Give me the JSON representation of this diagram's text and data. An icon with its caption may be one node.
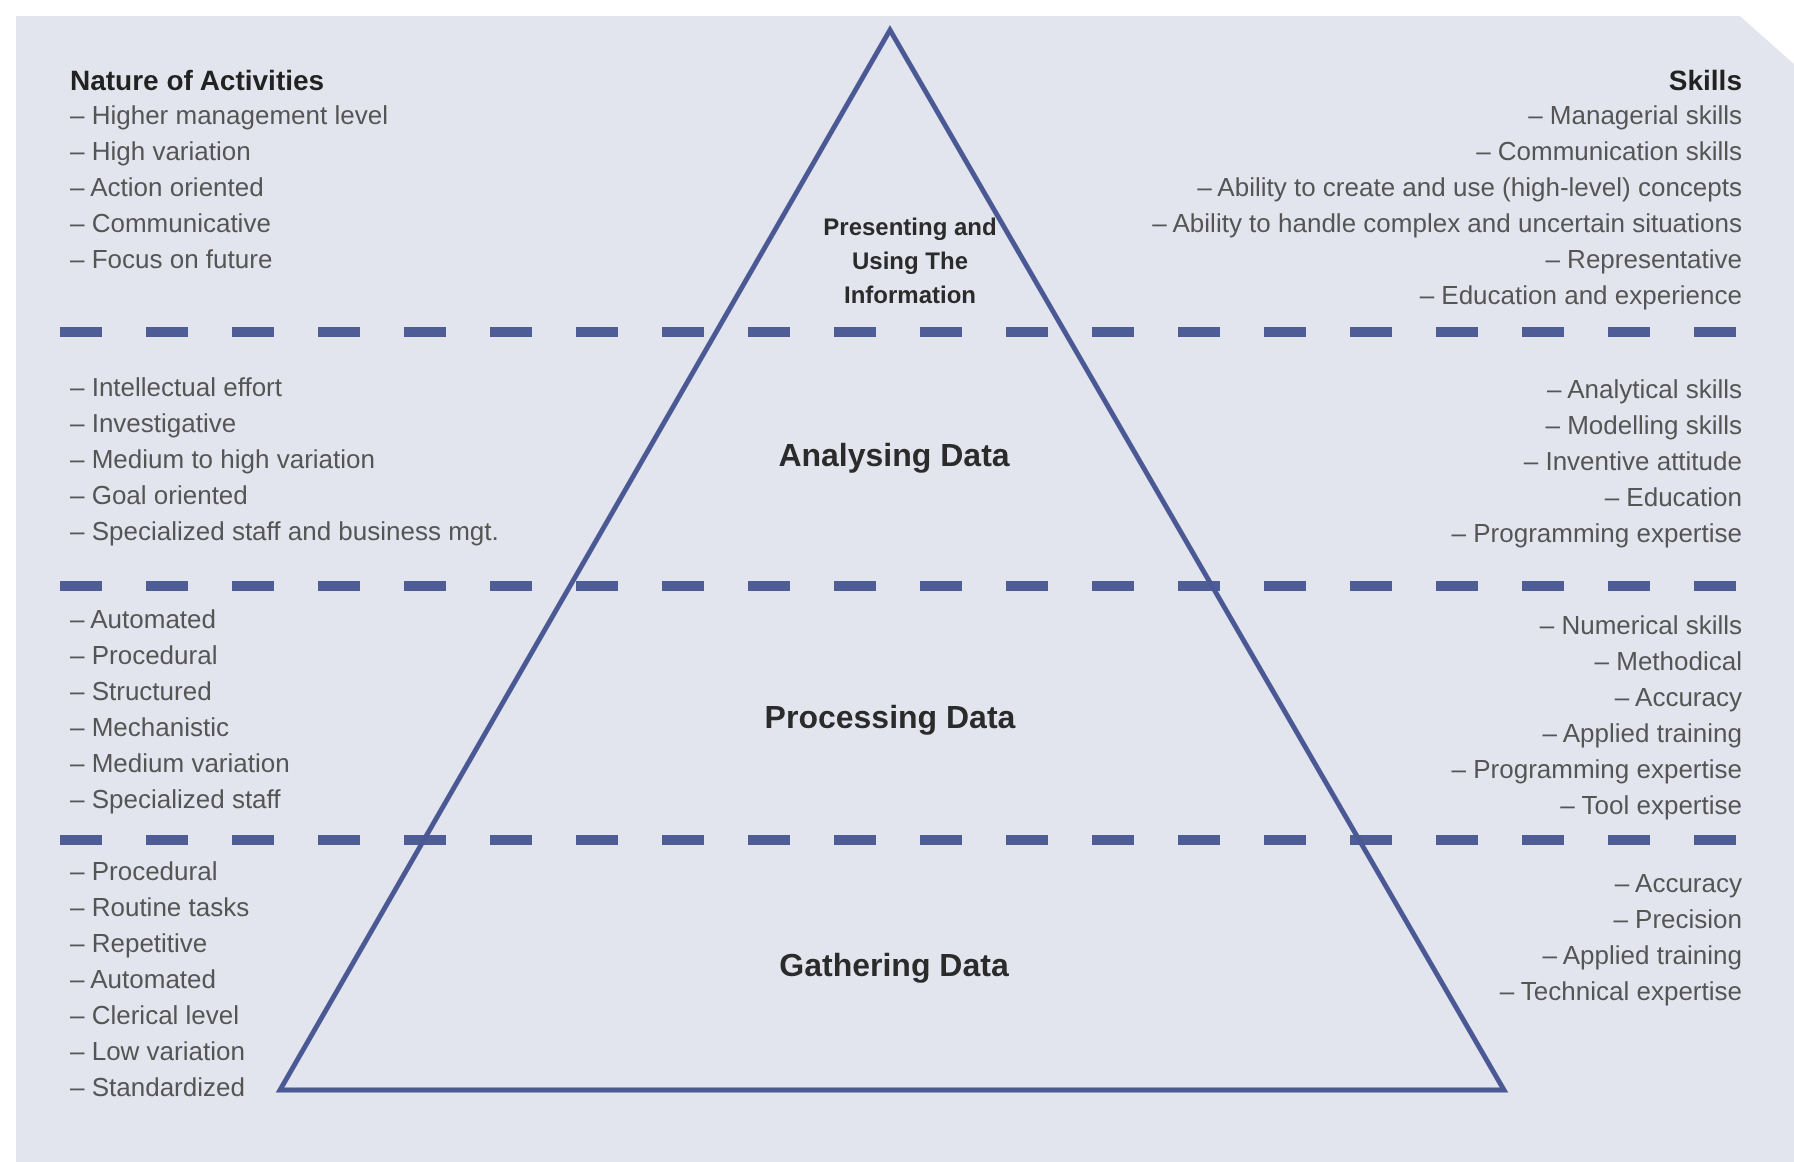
{
  "diagram": {
    "nodes": [
      {
        "text": [
          "Presenting and Using The Information"
        ]
      },
      {
        "text": [
          "Analysing Data"
        ]
      },
      {
        "text": [
          "Processing Data"
        ]
      },
      {
        "text": [
          "Gathering Data"
        ]
      }
    ],
    "labels": [
      "Nature of Activities",
      "Skills",
      "– Higher management level",
      "– High variation",
      "– Action oriented",
      "– Communicative",
      "– Focus on future",
      "– Managerial skills",
      "– Communication skills",
      "– Ability to create and use (high-level) concepts",
      "– Ability to handle complex and uncertain situations",
      "– Representative",
      "– Education and experience",
      "– Intellectual effort",
      "– Investigative",
      "– Medium to high variation",
      "– Goal oriented",
      "– Specialized staff and business mgt.",
      "– Analytical skills",
      "– Modelling skills",
      "– Inventive attitude",
      "– Education",
      "– Programming expertise",
      "– Automated",
      "– Procedural",
      "– Structured",
      "– Mechanistic",
      "– Medium variation",
      "– Specialized staff",
      "– Numerical skills",
      "– Methodical",
      "– Accuracy",
      "– Applied training",
      "– Programming expertise",
      "– Tool expertise",
      "– Procedural",
      "– Routine tasks",
      "– Repetitive",
      "– Automated",
      "– Clerical level",
      "– Low variation",
      "– Standardized",
      "– Accuracy",
      "– Precision",
      "– Applied training",
      "– Technical expertise"
    ]
  }
}
